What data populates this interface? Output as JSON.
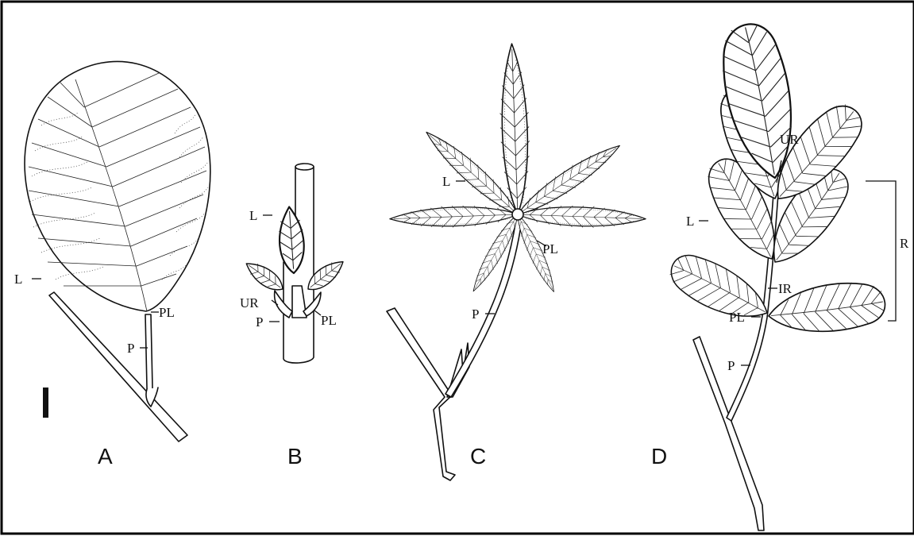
{
  "panels": {
    "a": {
      "letter": "A",
      "labels": {
        "l": "L",
        "pl": "PL",
        "p": "P"
      }
    },
    "b": {
      "letter": "B",
      "labels": {
        "l": "L",
        "ur": "UR",
        "p": "P",
        "pl": "PL"
      }
    },
    "c": {
      "letter": "C",
      "labels": {
        "l": "L",
        "pl": "PL",
        "p": "P"
      }
    },
    "d": {
      "letter": "D",
      "labels": {
        "ur": "UR",
        "l": "L",
        "ir": "IR",
        "pl": "PL",
        "p": "P",
        "r": "R"
      }
    }
  },
  "colors": {
    "ink": "#111111",
    "background": "#ffffff"
  }
}
